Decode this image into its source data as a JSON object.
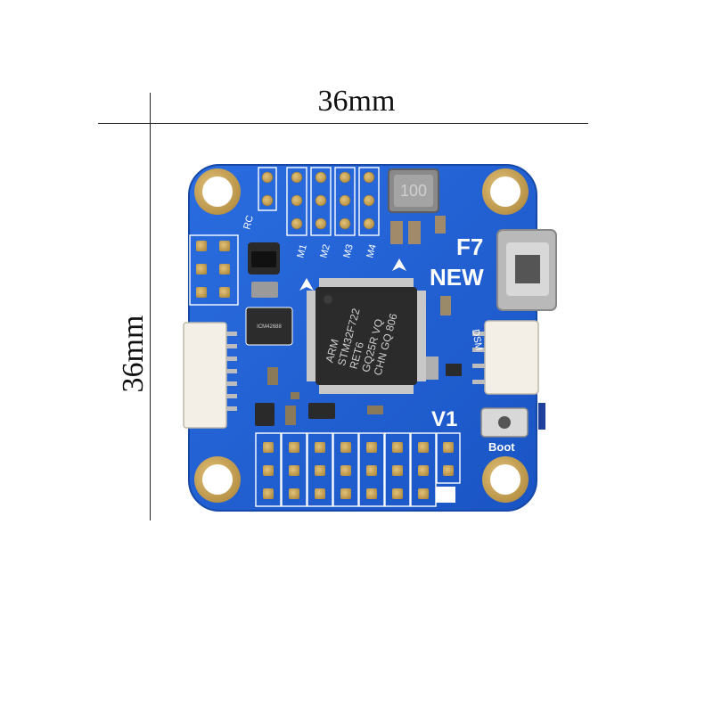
{
  "dimensions": {
    "width_label": "36mm",
    "height_label": "36mm"
  },
  "board": {
    "labels": {
      "rc": "RC",
      "m1": "M1",
      "m2": "M2",
      "m3": "M3",
      "m4": "M4",
      "f7": "F7",
      "new": "NEW",
      "v1": "V1",
      "boot": "Boot",
      "dsm": "DSM",
      "inductor": "100"
    },
    "mcu_lines": [
      "ARM",
      "STM32F722",
      "RET6",
      "GQ25R  VQ",
      "CHN GQ 806"
    ],
    "colors": {
      "pcb": "#1f5fd0",
      "pcb_edge": "#1648a8",
      "gold": "#c9a155",
      "connector": "#f4efe6"
    }
  }
}
